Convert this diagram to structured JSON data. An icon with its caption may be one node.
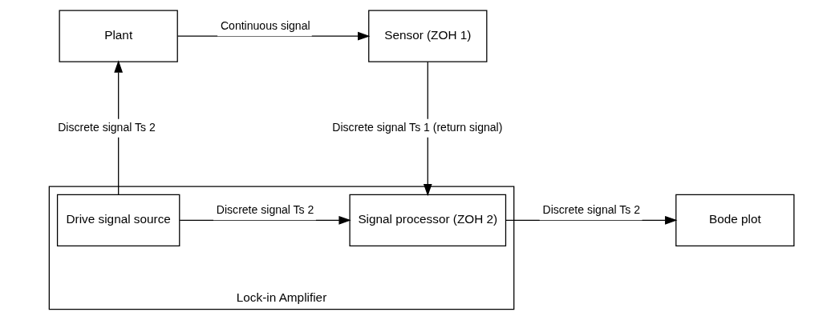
{
  "diagram": {
    "nodes": [
      {
        "text": [
          "Plant"
        ]
      },
      {
        "text": [
          "Sensor (ZOH 1)"
        ]
      },
      {
        "text": [
          "Lock-in Amplifier"
        ]
      },
      {
        "text": [
          "Drive signal source"
        ],
        "in": 2
      },
      {
        "text": [
          "Signal processor (ZOH 2)"
        ],
        "in": 2
      },
      {
        "text": [
          "Bode plot"
        ]
      }
    ],
    "edges": [
      {
        "from": 0,
        "to": 1,
        "arrow": "to",
        "label": "Continuous signal"
      },
      {
        "from": 1,
        "to": 4,
        "arrow": "to",
        "label": "Discrete signal Ts 1 (return signal)"
      },
      {
        "from": 3,
        "to": 0,
        "arrow": "to",
        "label": "Discrete signal Ts 2"
      },
      {
        "from": 3,
        "to": 4,
        "arrow": "to",
        "label": "Discrete signal Ts 2"
      },
      {
        "from": 4,
        "to": 5,
        "arrow": "to",
        "label": "Discrete signal Ts 2"
      }
    ]
  }
}
